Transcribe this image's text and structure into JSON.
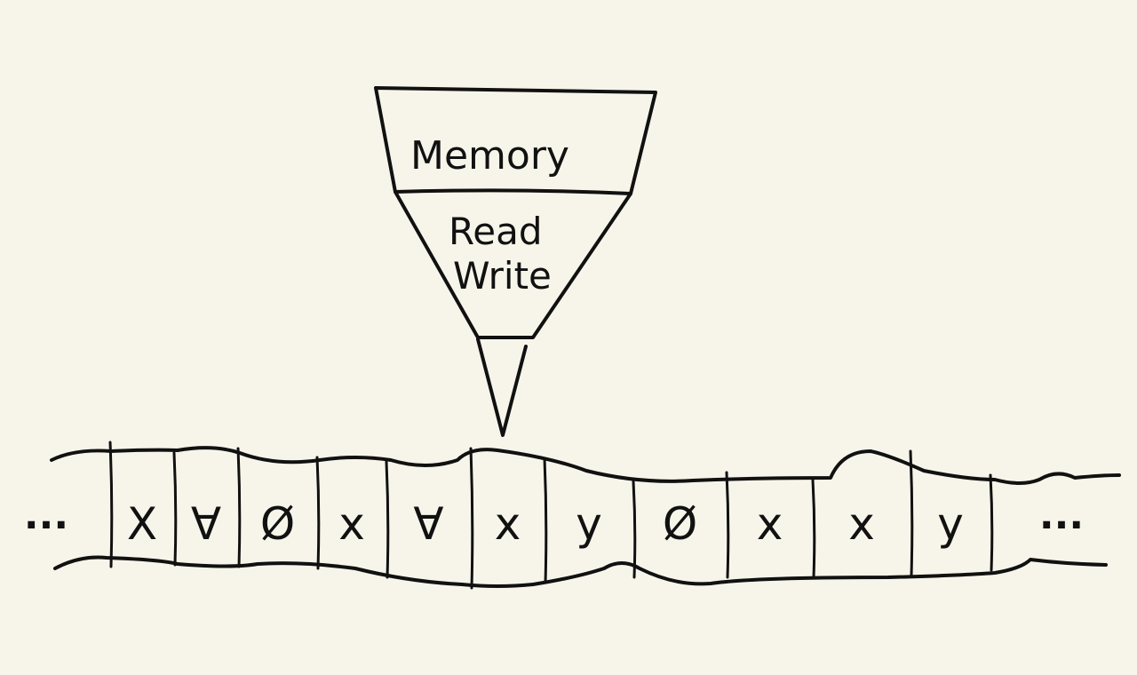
{
  "head": {
    "label_top": "Memory",
    "label_mid_line1": "Read",
    "label_mid_line2": "Write"
  },
  "tape": {
    "left_ellipsis": "...",
    "right_ellipsis": "...",
    "cells": [
      "X",
      "∀",
      "Ø",
      "x",
      "∀",
      "x",
      "y",
      "Ø",
      "x",
      "x",
      "y"
    ]
  }
}
